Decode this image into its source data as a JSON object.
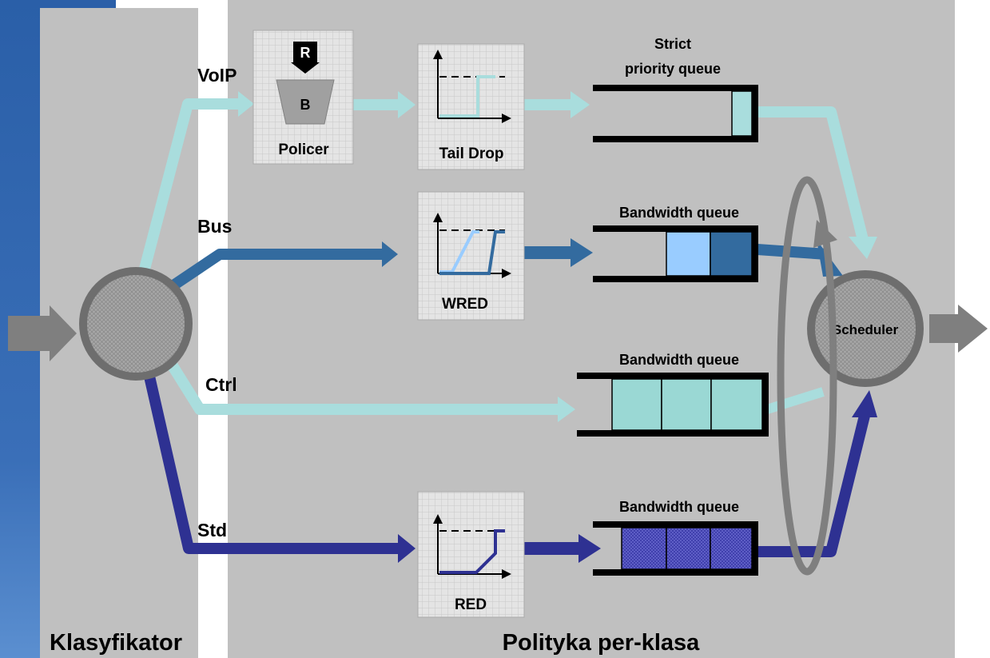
{
  "classifier": {
    "title": "Klasyfikator"
  },
  "policy": {
    "title": "Polityka per-klasa"
  },
  "classes": {
    "voip": "VoIP",
    "bus": "Bus",
    "ctrl": "Ctrl",
    "std": "Std"
  },
  "policer": {
    "r_label": "R",
    "b_label": "B",
    "label": "Policer"
  },
  "droppers": {
    "tail_drop": "Tail Drop",
    "wred": "WRED",
    "red": "RED"
  },
  "queues": {
    "strict_line1": "Strict",
    "strict_line2": "priority queue",
    "bw1": "Bandwidth queue",
    "bw2": "Bandwidth queue",
    "bw3": "Bandwidth queue"
  },
  "scheduler": {
    "label": "Scheduler"
  },
  "colors": {
    "light_flow": "#a9dddd",
    "mid_flow": "#336b9f",
    "dark_flow": "#2e3192",
    "panel": "#c0c0c0",
    "arrow_gray": "#7f7f7f",
    "light_blue_slot": "#99ccff",
    "teal_slot": "#9ad8d4"
  }
}
